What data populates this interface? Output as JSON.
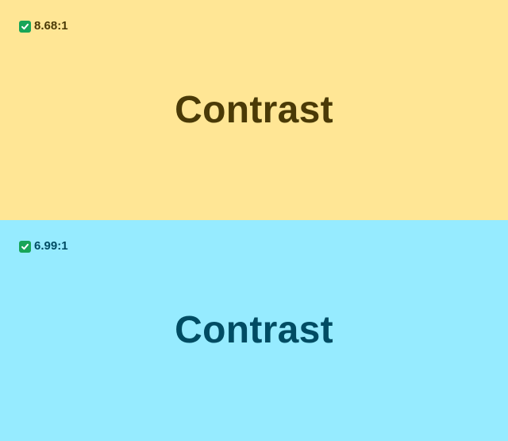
{
  "swatches": [
    {
      "ratio": "8.68:1",
      "sample": "Contrast",
      "status_icon": "check-icon",
      "background": "#FFE695",
      "foreground": "#4A3A07"
    },
    {
      "ratio": "6.99:1",
      "sample": "Contrast",
      "status_icon": "check-icon",
      "background": "#96EBFF",
      "foreground": "#004C63"
    }
  ]
}
